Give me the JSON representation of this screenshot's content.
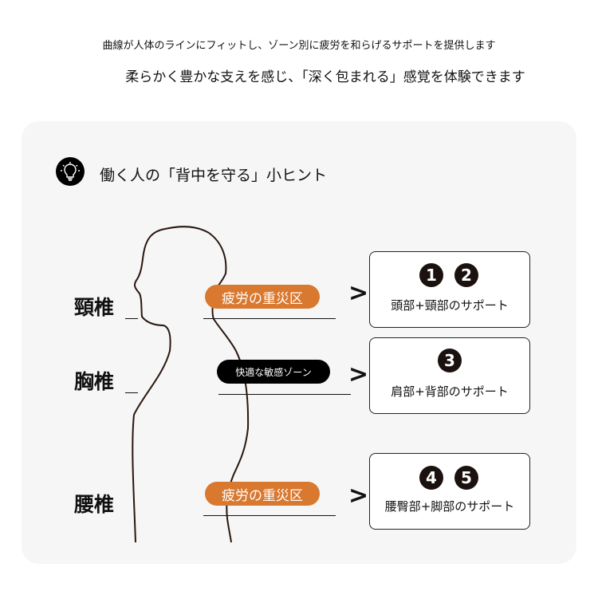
{
  "intro": {
    "line1": "曲線が人体のラインにフィットし、ゾーン別に疲労を和らげるサポートを提供します",
    "line2": "柔らかく豊かな支えを感じ、「深く包まれる」感覚を体験できます"
  },
  "card": {
    "title": "働く人の「背中を守る」小ヒント",
    "icon": "lightbulb-icon"
  },
  "labels": [
    "頸椎",
    "胸椎",
    "腰椎"
  ],
  "pills": [
    "疲労の重災区",
    "快適な敏感ゾーン",
    "疲労の重災区"
  ],
  "arrow": ">",
  "boxes": [
    {
      "nums": [
        "1",
        "2"
      ],
      "text": "頭部+頸部のサポート"
    },
    {
      "nums": [
        "3"
      ],
      "text": "肩部+背部のサポート"
    },
    {
      "nums": [
        "4",
        "5"
      ],
      "text": "腰臀部+脚部のサポート"
    }
  ],
  "colors": {
    "orange": "#d9782f",
    "black": "#000000"
  }
}
